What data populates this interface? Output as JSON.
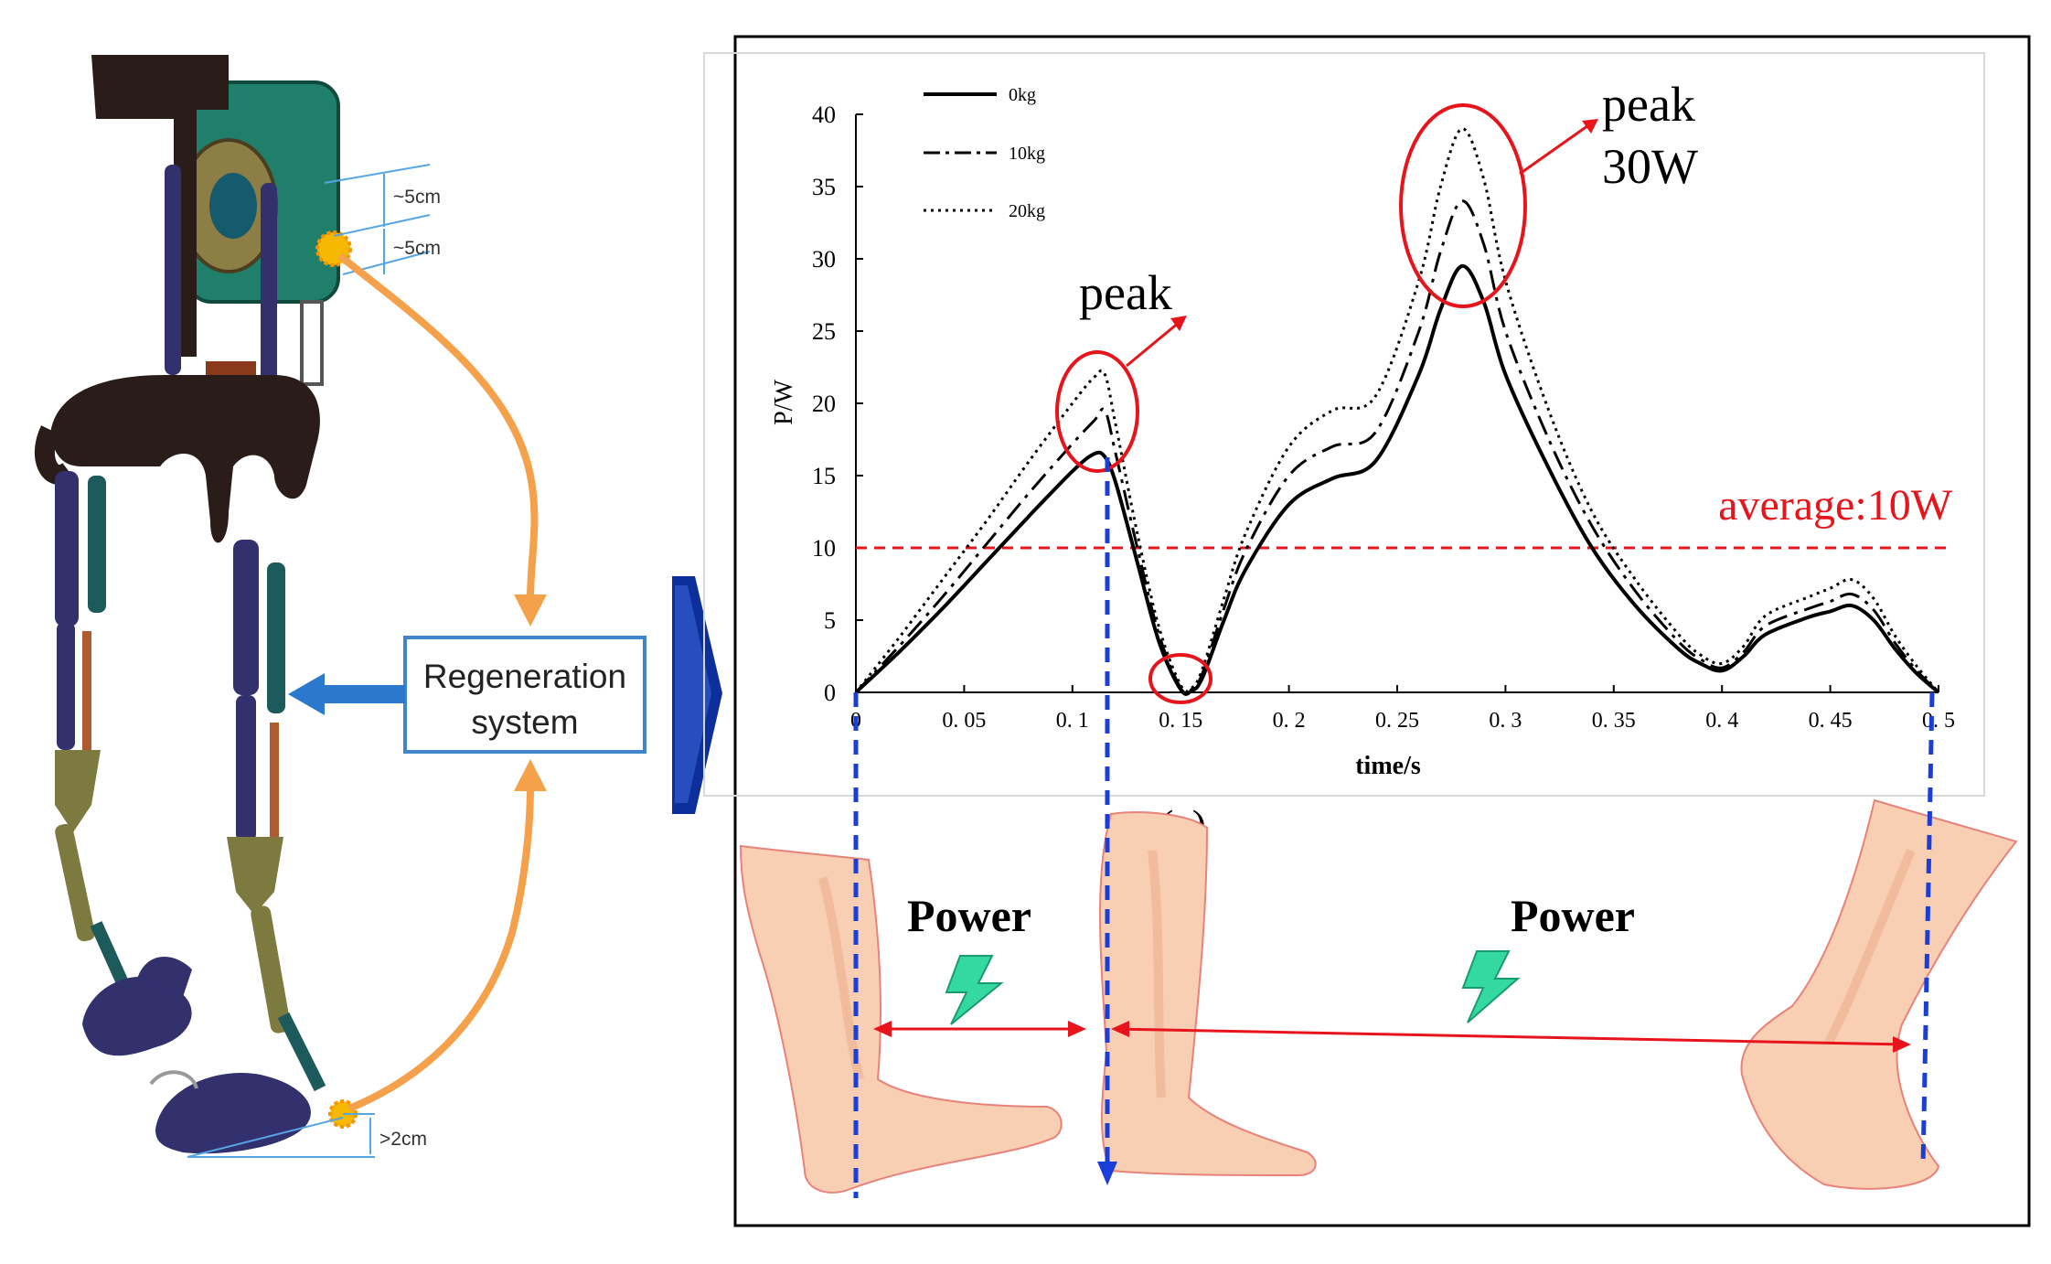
{
  "exo": {
    "dim_top": "~5cm",
    "dim_mid": "~5cm",
    "dim_bottom": ">2cm"
  },
  "regen": {
    "line1": "Regeneration",
    "line2": "system"
  },
  "colors": {
    "frame_dark": "#2a1c18",
    "housing_green": "#1f7f6a",
    "strut_purple": "#33306e",
    "link_olive": "#7d7a40",
    "shaft_teal": "#1d5a5c",
    "orange_wire": "#f5a04a",
    "harvester_dot": "#f6b800",
    "dim_blue": "#56a6e6",
    "regen_box_border": "#3f85c9",
    "arrow_blue": "#2b79cf",
    "big_arrow_navy": "#0d2f9c",
    "mark_red": "#e8141c",
    "guide_blue": "#1a3ed8",
    "skin": "#f8cfb3",
    "skin_stroke": "#e8827a",
    "lightning": "#33d9a0"
  },
  "chart_data": {
    "type": "line",
    "xlabel": "time/s",
    "ylabel": "P/W",
    "xlim": [
      0,
      0.5
    ],
    "ylim": [
      0,
      40
    ],
    "xticks": [
      0,
      0.05,
      0.1,
      0.15,
      0.2,
      0.25,
      0.3,
      0.35,
      0.4,
      0.45,
      0.5
    ],
    "xtick_labels": [
      "0",
      "0. 05",
      "0. 1",
      "0. 15",
      "0. 2",
      "0. 25",
      "0. 3",
      "0. 35",
      "0. 4",
      "0. 45",
      "0. 5"
    ],
    "yticks": [
      0,
      5,
      10,
      15,
      20,
      25,
      30,
      35,
      40
    ],
    "grid": false,
    "legend_position": "top-left",
    "x": [
      0,
      0.02,
      0.04,
      0.06,
      0.08,
      0.1,
      0.11,
      0.115,
      0.12,
      0.13,
      0.14,
      0.15,
      0.155,
      0.16,
      0.17,
      0.18,
      0.2,
      0.22,
      0.24,
      0.26,
      0.27,
      0.28,
      0.29,
      0.3,
      0.32,
      0.34,
      0.36,
      0.38,
      0.39,
      0.4,
      0.41,
      0.42,
      0.44,
      0.45,
      0.46,
      0.47,
      0.48,
      0.49,
      0.5
    ],
    "series": [
      {
        "name": "0kg",
        "style": "solid",
        "values": [
          0,
          2.8,
          5.8,
          9.0,
          12.2,
          15.3,
          16.5,
          16.3,
          14.5,
          9.0,
          3.5,
          0.2,
          0.1,
          1.0,
          5.0,
          8.5,
          13.0,
          14.8,
          16.0,
          22.0,
          26.5,
          29.5,
          27.0,
          22.0,
          15.5,
          10.0,
          6.0,
          3.0,
          2.0,
          1.5,
          2.5,
          4.0,
          5.2,
          5.6,
          6.0,
          5.0,
          3.0,
          1.3,
          0
        ]
      },
      {
        "name": "10kg",
        "style": "dashdot",
        "values": [
          0,
          3.2,
          6.6,
          10.2,
          13.8,
          17.2,
          18.8,
          19.5,
          16.5,
          10.0,
          4.0,
          0.3,
          0.2,
          1.3,
          5.8,
          9.8,
          15.0,
          17.0,
          18.0,
          25.0,
          30.5,
          34.0,
          31.0,
          25.0,
          17.5,
          11.5,
          7.0,
          3.5,
          2.3,
          1.7,
          2.8,
          4.6,
          5.8,
          6.3,
          6.8,
          5.7,
          3.4,
          1.5,
          0
        ]
      },
      {
        "name": "20kg",
        "style": "dotted",
        "values": [
          0,
          3.8,
          7.8,
          11.8,
          16.0,
          20.0,
          21.8,
          22.0,
          18.5,
          11.0,
          4.5,
          0.5,
          0.3,
          1.6,
          6.5,
          11.0,
          17.0,
          19.5,
          20.5,
          28.5,
          35.0,
          39.0,
          35.5,
          28.5,
          19.5,
          12.5,
          7.8,
          4.0,
          2.6,
          2.0,
          3.2,
          5.3,
          6.6,
          7.2,
          7.8,
          6.5,
          3.9,
          1.8,
          0
        ]
      }
    ],
    "average_line": {
      "value": 10,
      "label": "average:10W"
    },
    "annotations": [
      {
        "name": "peak-1",
        "label": "peak",
        "x": 0.115,
        "y": 19
      },
      {
        "name": "peak-2",
        "label_line1": "peak",
        "label_line2": "30W",
        "x": 0.28,
        "y": 34
      },
      {
        "name": "trough",
        "x": 0.155,
        "y": 0
      }
    ],
    "caption": "(a)"
  },
  "gait": {
    "power_label_1": "Power",
    "power_label_2": "Power"
  }
}
